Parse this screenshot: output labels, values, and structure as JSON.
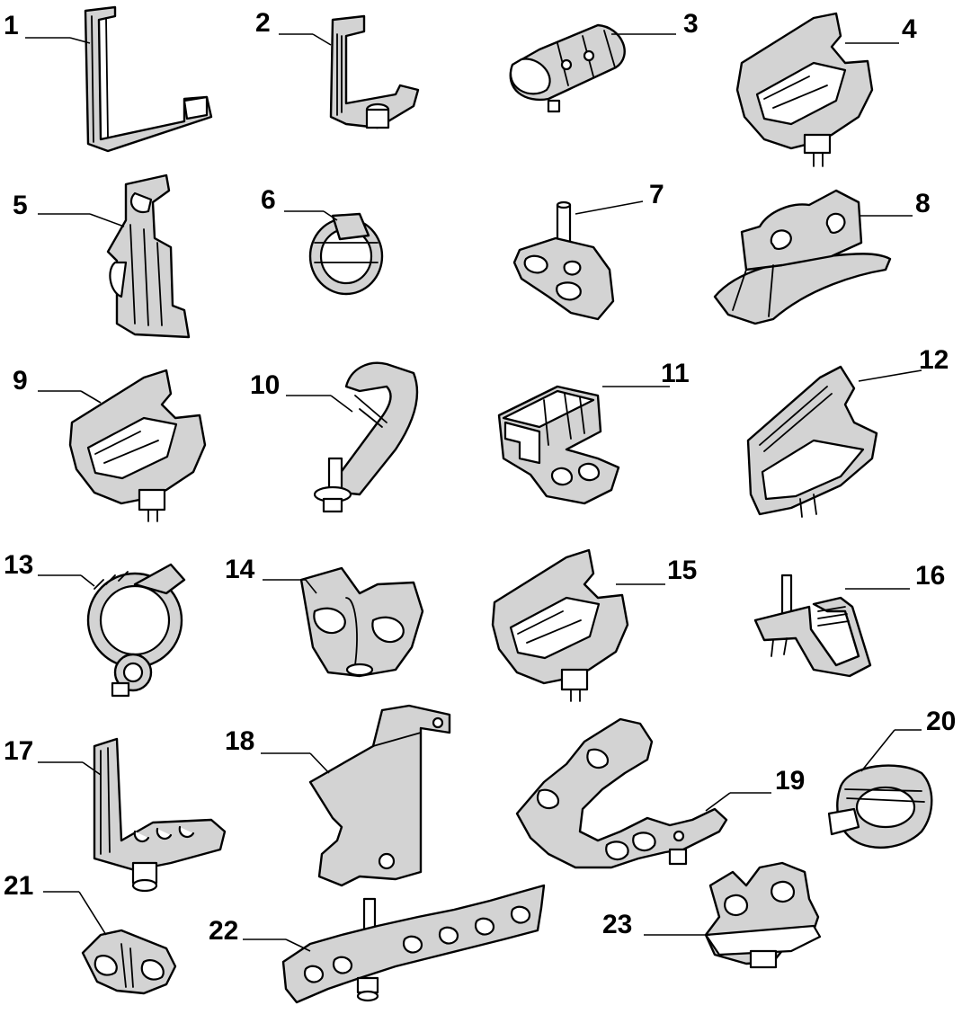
{
  "diagram": {
    "labels": [
      "1",
      "2",
      "3",
      "4",
      "5",
      "6",
      "7",
      "8",
      "9",
      "10",
      "11",
      "12",
      "13",
      "14",
      "15",
      "16",
      "17",
      "18",
      "19",
      "20",
      "21",
      "22",
      "23"
    ]
  }
}
